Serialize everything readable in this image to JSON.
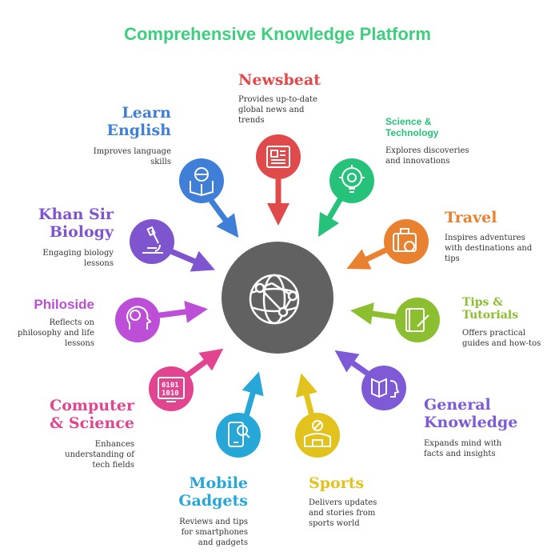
{
  "title": "Comprehensive Knowledge Platform",
  "colors": {
    "title": "#3ecf7e",
    "hub": "#616161",
    "newsbeat": "#e04a4a",
    "science": "#27c27a",
    "travel": "#e98230",
    "tips": "#8cbf2f",
    "general": "#7f5ad6",
    "sports": "#e2c21c",
    "mobile": "#26a7d8",
    "computer": "#e2448f",
    "philoside": "#bd4ed8",
    "khan": "#7e55cf",
    "english": "#3f7fd8"
  },
  "nodes": [
    {
      "id": "newsbeat",
      "name": "Newsbeat",
      "desc": "Provides up-to-date global news and trends",
      "icon": "newspaper-icon"
    },
    {
      "id": "science",
      "name": "Science & Technology",
      "desc": "Explores discoveries and innovations",
      "icon": "lightbulb-gear-icon"
    },
    {
      "id": "travel",
      "name": "Travel",
      "desc": "Inspires adventures with destinations and tips",
      "icon": "suitcase-icon"
    },
    {
      "id": "tips",
      "name": "Tips & Tutorials",
      "desc": "Offers practical guides and how-tos",
      "icon": "notebook-pen-icon"
    },
    {
      "id": "general",
      "name": "General Knowledge",
      "desc": "Expands mind with facts and insights",
      "icon": "book-head-icon"
    },
    {
      "id": "sports",
      "name": "Sports",
      "desc": "Delivers updates and stories from sports world",
      "icon": "stadium-ball-icon"
    },
    {
      "id": "mobile",
      "name": "Mobile Gadgets",
      "desc": "Reviews and tips for smartphones and gadgets",
      "icon": "phone-search-icon"
    },
    {
      "id": "computer",
      "name": "Computer & Science",
      "desc": "Enhances understanding of tech fields",
      "icon": "binary-screen-icon"
    },
    {
      "id": "philoside",
      "name": "Philoside",
      "desc": "Reflects on philosophy and life lessons",
      "icon": "thinking-head-icon"
    },
    {
      "id": "khan",
      "name": "Khan Sir Biology",
      "desc": "Engaging biology lessons",
      "icon": "microscope-icon"
    },
    {
      "id": "english",
      "name": "Learn English",
      "desc": "Improves language skills",
      "icon": "book-globe-icon"
    }
  ],
  "hub": {
    "icon": "network-globe-icon"
  }
}
